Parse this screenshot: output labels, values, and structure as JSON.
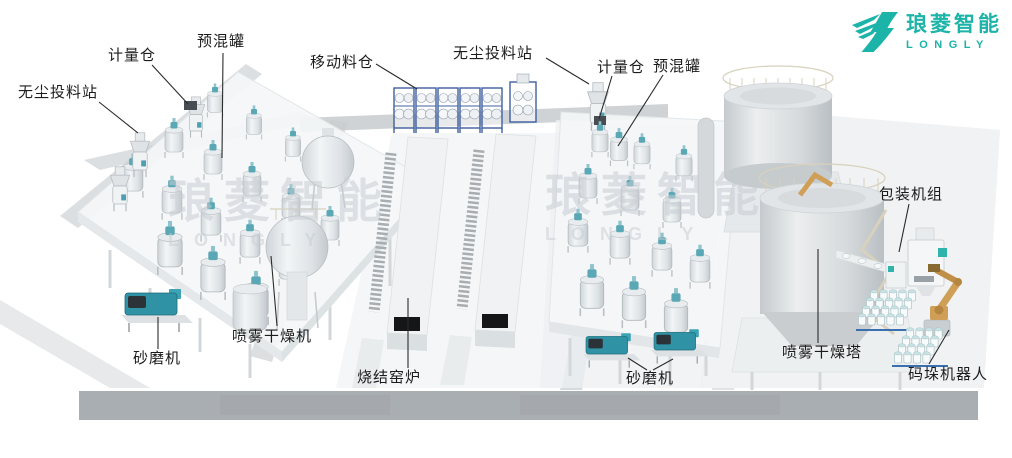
{
  "brand": {
    "logo_zh": "琅菱智能",
    "logo_en": "LONGLY",
    "accent_color": "#1cb3a8"
  },
  "watermark": {
    "zh": "琅菱智能",
    "en": "LONGLY"
  },
  "labels": [
    {
      "id": "premix-tank-left",
      "text": "预混罐"
    },
    {
      "id": "metering-bin-left",
      "text": "计量仓"
    },
    {
      "id": "dust-free-feeding-station-left",
      "text": "无尘投料站"
    },
    {
      "id": "mobile-silo",
      "text": "移动料仓"
    },
    {
      "id": "dust-free-feeding-station-mid",
      "text": "无尘投料站"
    },
    {
      "id": "metering-bin-right",
      "text": "计量仓"
    },
    {
      "id": "premix-tank-right",
      "text": "预混罐"
    },
    {
      "id": "packaging-unit",
      "text": "包装机组"
    },
    {
      "id": "spray-drying-tower",
      "text": "喷雾干燥塔"
    },
    {
      "id": "palletizing-robot",
      "text": "码垛机器人"
    },
    {
      "id": "sand-mill-left",
      "text": "砂磨机"
    },
    {
      "id": "spray-dryer",
      "text": "喷雾干燥机"
    },
    {
      "id": "sintering-kiln",
      "text": "烧结窑炉"
    },
    {
      "id": "sand-mill-right",
      "text": "砂磨机"
    }
  ],
  "colors": {
    "accent_teal": "#1cb3a8",
    "machine_teal": "#2f93a5",
    "robot_tan": "#cf9f57",
    "silo_frame_blue": "#3f5fa0",
    "label_text": "#1c1c1c",
    "walkway_gray": "#a9aeb2"
  }
}
